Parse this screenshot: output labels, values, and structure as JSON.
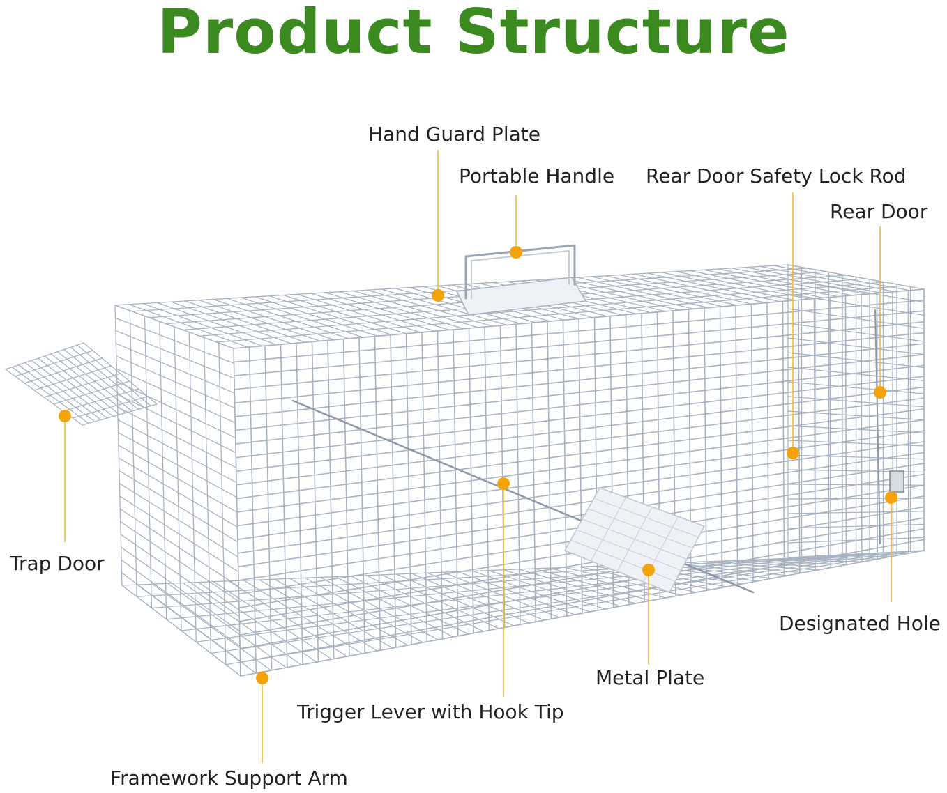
{
  "title": "Product Structure",
  "colors": {
    "title": "#3b8a1f",
    "marker": "#f5a30a",
    "leader_line": "#f2b73a",
    "label_text": "#222222",
    "wire": "#a8b3c2",
    "plate": "#eef1f5"
  },
  "labels": {
    "hand_guard_plate": "Hand Guard Plate",
    "portable_handle": "Portable Handle",
    "rear_door_safety_lock_rod": "Rear Door Safety Lock Rod",
    "rear_door": "Rear Door",
    "trap_door": "Trap Door",
    "designated_hole": "Designated Hole",
    "metal_plate": "Metal Plate",
    "trigger_lever": "Trigger Lever with Hook Tip",
    "framework_support_arm": "Framework Support Arm"
  }
}
